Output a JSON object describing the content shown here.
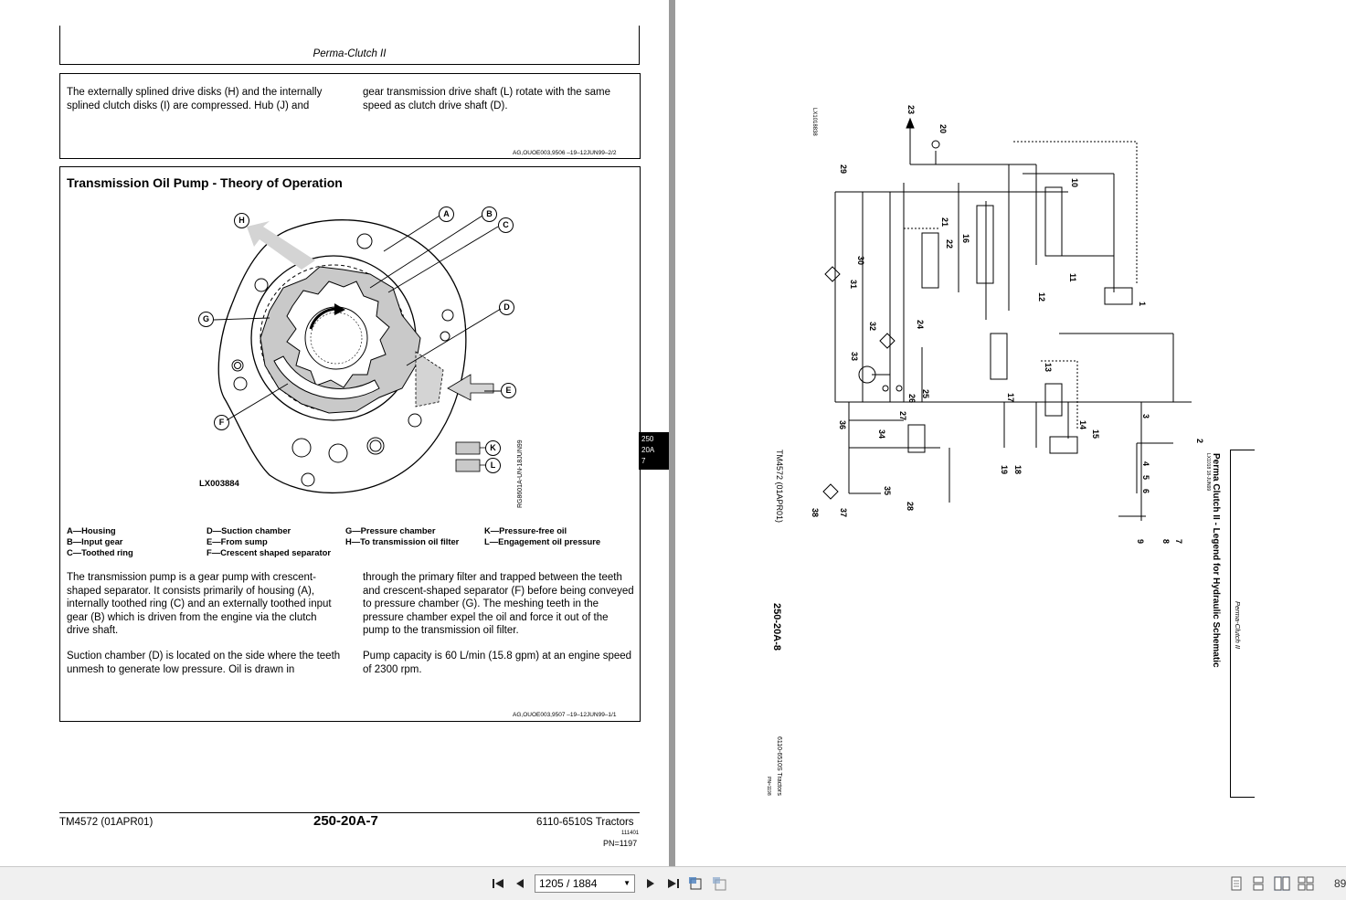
{
  "left_page": {
    "running_head": "Perma-Clutch II",
    "section1": {
      "col1": "The externally splined drive disks (H) and the internally splined clutch disks (I) are compressed. Hub (J) and",
      "col2": "gear transmission drive shaft (L) rotate with the same speed as clutch drive shaft (D).",
      "ref": "AG,OUOE003,9506  –19–12JUN99–2/2"
    },
    "section2": {
      "title": "Transmission Oil Pump - Theory of Operation",
      "figure_id": "LX003884",
      "figure_side_code": "RG8601A-UN-18JUN99",
      "figure_callouts": [
        "A",
        "B",
        "C",
        "D",
        "E",
        "F",
        "G",
        "H",
        "K",
        "L"
      ],
      "legend": [
        [
          "A—Housing",
          "B—Input gear",
          "C—Toothed ring"
        ],
        [
          "D—Suction chamber",
          "E—From sump",
          "F—Crescent shaped separator"
        ],
        [
          "G—Pressure chamber",
          "H—To transmission oil filter"
        ],
        [
          "K—Pressure-free oil",
          "L—Engagement oil pressure"
        ]
      ],
      "col1_p1": "The transmission pump is a gear pump with crescent-shaped separator. It consists primarily of housing (A), internally toothed ring (C) and an externally toothed input gear (B) which is driven from the engine via the clutch drive shaft.",
      "col1_p2": "Suction chamber (D) is located on the side where the teeth unmesh to generate low pressure. Oil is drawn in",
      "col2_p1": "through the primary filter and trapped between the teeth and crescent-shaped separator (F) before being conveyed to pressure chamber (G). The meshing teeth in the pressure chamber expel the oil and force it out of the pump to the transmission oil filter.",
      "col2_p2": "Pump capacity is 60 L/min (15.8 gpm) at an engine speed of 2300 rpm.",
      "ref": "AG,OUOE003,9507  –19–12JUN99–1/1"
    },
    "side_tab": [
      "250",
      "20A",
      "7"
    ],
    "footer": {
      "manual": "TM4572 (01APR01)",
      "page": "250-20A-7",
      "model": "6110-6510S Tractors",
      "date_code": "111401",
      "pn": "PN=1197"
    }
  },
  "right_page": {
    "figure_id": "LX1018838",
    "component_numbers": [
      "1",
      "2",
      "3",
      "4",
      "5",
      "6",
      "7",
      "8",
      "9",
      "10",
      "11",
      "12",
      "13",
      "14",
      "15",
      "16",
      "17",
      "18",
      "19",
      "20",
      "21",
      "22",
      "23",
      "24",
      "25",
      "26",
      "27",
      "28",
      "29",
      "30",
      "31",
      "32",
      "33",
      "34",
      "35",
      "36",
      "37",
      "38"
    ],
    "rotated_title": "Perma Clutch II - Legend for Hydraulic Schematic",
    "rotated_title_code": "LX1018 18-JUN99",
    "running_head_rot": "Perma-Clutch II",
    "manual_rot": "TM4572 (01APR01)",
    "page_rot": "250-20A-8",
    "model_rot": "6110-6510S Tractors",
    "pn_rot": "PN=1198"
  },
  "toolbar": {
    "page_indicator": "1205 / 1884",
    "zoom_partial": "89",
    "icons": [
      "first-page-icon",
      "prev-page-icon",
      "next-page-icon",
      "last-page-icon",
      "fit-page-icon",
      "fit-width-icon",
      "single-page-view-icon",
      "continuous-view-icon",
      "facing-view-icon",
      "continuous-facing-view-icon"
    ]
  }
}
